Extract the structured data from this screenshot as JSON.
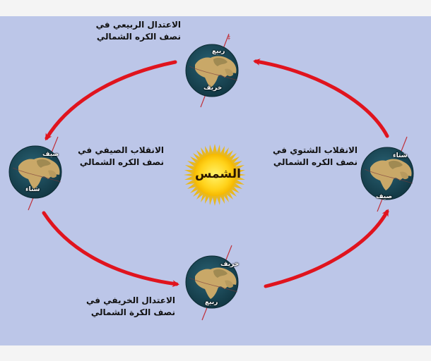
{
  "diagram": {
    "title": "Earth's orbit around the Sun and the seasons (Northern Hemisphere)",
    "colors": {
      "background": "#bcc6e8",
      "page": "#f4f4f4",
      "arrow": "#e0141e",
      "sun_core": "#ffd21a",
      "sun_rays": "#e8b820",
      "ocean": "#1c4a5a",
      "land": "#c9a868",
      "axis": "#c0303a"
    },
    "sun": {
      "label": "الشمس"
    },
    "positions": {
      "top": {
        "line1": "الاعتدال الربيعي في",
        "line2": "نصف الكره الشمالي",
        "globe_top_word": "ربيع",
        "globe_bottom_word": "خريف"
      },
      "left": {
        "line1": "الانقلاب الصيفي في",
        "line2": "نصف الكره الشمالي",
        "globe_top_word": "صيف",
        "globe_bottom_word": "شتاء"
      },
      "right": {
        "line1": "الانقلاب الشتوي في",
        "line2": "نصف الكره الشمالي",
        "globe_top_word": "شتاء",
        "globe_bottom_word": "صيف"
      },
      "bottom": {
        "line1": "الاعتدال الخريفي في",
        "line2": "نصف الكرة الشمالي",
        "globe_top_word": "خريف",
        "globe_bottom_word": "ربيع"
      }
    },
    "arrows": [
      {
        "from": "top",
        "to": "left",
        "direction": "counter-clockwise"
      },
      {
        "from": "left",
        "to": "bottom",
        "direction": "counter-clockwise"
      },
      {
        "from": "bottom",
        "to": "right",
        "direction": "counter-clockwise"
      },
      {
        "from": "right",
        "to": "top",
        "direction": "counter-clockwise"
      }
    ]
  }
}
